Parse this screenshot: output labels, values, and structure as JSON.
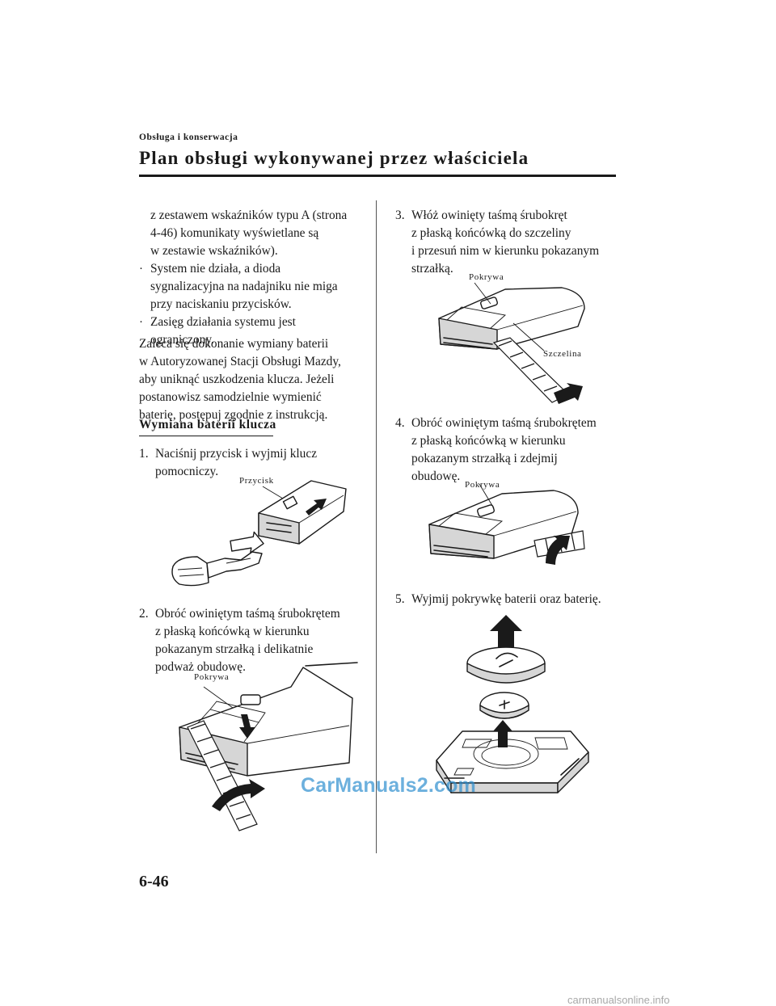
{
  "header": {
    "section": "Obsługa i konserwacja",
    "title": "Plan obsługi wykonywanej przez właściciela"
  },
  "left_column": {
    "lines": [
      "z zestawem wskaźników typu A (strona",
      "4-46) komunikaty wyświetlane są",
      "w zestawie wskaźników)."
    ],
    "bullets": [
      {
        "mark": "·",
        "lines": [
          "System nie działa, a dioda",
          "sygnalizacyjna na nadajniku nie miga",
          "przy naciskaniu przycisków."
        ]
      },
      {
        "mark": "·",
        "lines": [
          "Zasięg działania systemu jest",
          "ograniczony."
        ]
      }
    ],
    "paragraph": [
      "Zaleca się dokonanie wymiany baterii",
      "w Autoryzowanej Stacji Obsługi Mazdy,",
      "aby uniknąć uszkodzenia klucza. Jeżeli",
      "postanowisz samodzielnie wymienić",
      "baterię, postępuj zgodnie z instrukcją."
    ],
    "subheading": "Wymiana baterii klucza",
    "step1": {
      "number": "1.",
      "lines": [
        "Naciśnij przycisk i wyjmij klucz",
        "pomocniczy."
      ],
      "callout": "Przycisk"
    },
    "step2": {
      "number": "2.",
      "lines": [
        "Obróć owiniętym taśmą śrubokrętem",
        "z płaską końcówką w kierunku",
        "pokazanym strzałką i delikatnie",
        "podważ obudowę."
      ],
      "callout": "Pokrywa"
    }
  },
  "right_column": {
    "step3": {
      "number": "3.",
      "lines": [
        "Włóż owinięty taśmą śrubokręt",
        "z płaską końcówką do szczeliny",
        "i przesuń nim w kierunku pokazanym",
        "strzałką."
      ],
      "callout_cover": "Pokrywa",
      "callout_slot": "Szczelina"
    },
    "step4": {
      "number": "4.",
      "lines": [
        "Obróć owiniętym taśmą śrubokrętem",
        "z płaską końcówką w kierunku",
        "pokazanym strzałką i zdejmij",
        "obudowę."
      ],
      "callout": "Pokrywa"
    },
    "step5": {
      "number": "5.",
      "lines": [
        "Wyjmij pokrywkę baterii oraz baterię."
      ]
    }
  },
  "page_number": "6-46",
  "watermark": "CarManuals2.com",
  "footer_watermark": "carmanualsonline.info",
  "colors": {
    "ink": "#1a1a1a",
    "watermark": "#2f8fd0",
    "footer": "#a8a8a8"
  }
}
